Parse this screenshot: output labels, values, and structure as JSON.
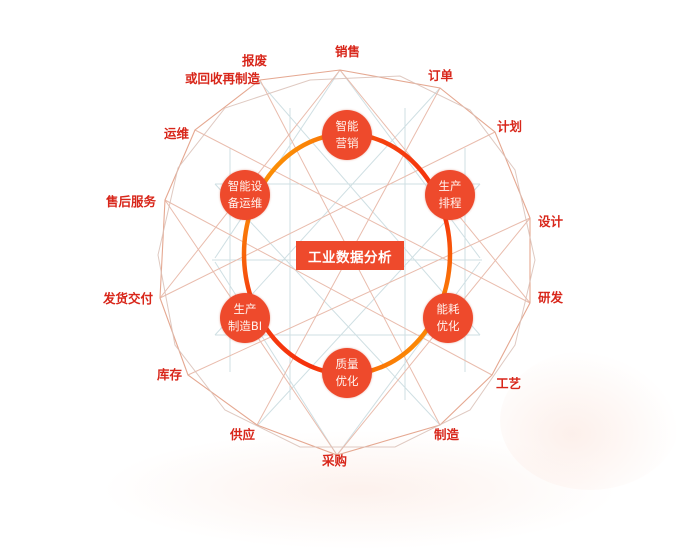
{
  "diagram": {
    "title": "工业数据分析",
    "colors": {
      "node_fill": "#ee4a2c",
      "label_text": "#d8261a",
      "ring_red": "#f23a10",
      "ring_yellow": "#ffc800",
      "polygon_line_warm": "#e8b2a0",
      "polygon_line_cool": "#c9d9de"
    },
    "inner_nodes": [
      {
        "id": "smart-marketing",
        "line1": "智能",
        "line2": "营销"
      },
      {
        "id": "production-scheduling",
        "line1": "生产",
        "line2": "排程"
      },
      {
        "id": "energy-optimization",
        "line1": "能耗",
        "line2": "优化"
      },
      {
        "id": "quality-optimization",
        "line1": "质量",
        "line2": "优化"
      },
      {
        "id": "production-bi",
        "line1": "生产",
        "line2": "制造BI"
      },
      {
        "id": "equipment-maintenance",
        "line1": "智能设",
        "line2": "备运维"
      }
    ],
    "outer_labels": [
      {
        "id": "sales",
        "text": "销售"
      },
      {
        "id": "orders",
        "text": "订单"
      },
      {
        "id": "planning",
        "text": "计划"
      },
      {
        "id": "design",
        "text": "设计"
      },
      {
        "id": "rnd",
        "text": "研发"
      },
      {
        "id": "process",
        "text": "工艺"
      },
      {
        "id": "manufacturing",
        "text": "制造"
      },
      {
        "id": "procurement",
        "text": "采购"
      },
      {
        "id": "supply",
        "text": "供应"
      },
      {
        "id": "inventory",
        "text": "库存"
      },
      {
        "id": "delivery",
        "text": "发货交付"
      },
      {
        "id": "after-sales",
        "text": "售后服务"
      },
      {
        "id": "operations",
        "text": "运维"
      },
      {
        "id": "scrap-line1",
        "text": "报废"
      },
      {
        "id": "scrap-line2",
        "text": "或回收再制造"
      }
    ]
  }
}
